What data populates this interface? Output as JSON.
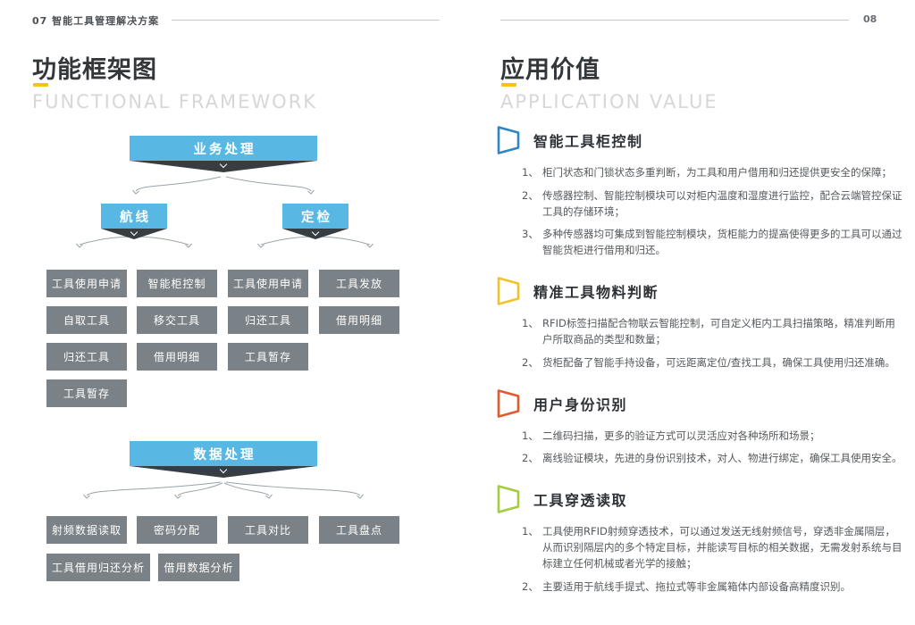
{
  "header": {
    "left_page_no": "07",
    "left_title": "智能工具管理解决方案",
    "right_page_no": "08"
  },
  "left_page": {
    "title": "功能框架图",
    "subtitle": "FUNCTIONAL FRAMEWORK",
    "flow1": {
      "root": "业务处理",
      "branch_left": "航线",
      "branch_right": "定检",
      "boxes": {
        "r1c1": "工具使用申请",
        "r1c2": "智能柜控制",
        "r1c3": "工具使用申请",
        "r1c4": "工具发放",
        "r2c1": "自取工具",
        "r2c2": "移交工具",
        "r2c3": "归还工具",
        "r2c4": "借用明细",
        "r3c1": "归还工具",
        "r3c2": "借用明细",
        "r3c3": "工具暂存",
        "r4c1": "工具暂存"
      }
    },
    "flow2": {
      "root": "数据处理",
      "boxes": {
        "r1c1": "射频数据读取",
        "r1c2": "密码分配",
        "r1c3": "工具对比",
        "r1c4": "工具盘点",
        "r2c1": "工具借用归还分析",
        "r2c2": "借用数据分析"
      }
    }
  },
  "right_page": {
    "title": "应用价值",
    "subtitle": "APPLICATION VALUE",
    "sections": [
      {
        "heading": "智能工具柜控制",
        "color": "#2f86c5",
        "items": [
          {
            "n": "1、",
            "t": "柜门状态和门锁状态多重判断，为工具和用户借用和归还提供更安全的保障；"
          },
          {
            "n": "2、",
            "t": "传感器控制、智能控制模块可以对柜内温度和湿度进行监控，配合云端管控保证工具的存储环境；"
          },
          {
            "n": "3、",
            "t": "多种传感器均可集成到智能控制模块，货柜能力的提高使得更多的工具可以通过智能货柜进行借用和归还。"
          }
        ]
      },
      {
        "heading": "精准工具物料判断",
        "color": "#eec42d",
        "items": [
          {
            "n": "1、",
            "t": "RFID标签扫描配合物联云智能控制，可自定义柜内工具扫描策略，精准判断用户所取商品的类型和数量；"
          },
          {
            "n": "2、",
            "t": "货柜配备了智能手持设备，可远距离定位/查找工具，确保工具使用归还准确。"
          }
        ]
      },
      {
        "heading": "用户身份识别",
        "color": "#e05a2d",
        "items": [
          {
            "n": "1、",
            "t": "二维码扫描，更多的验证方式可以灵活应对各种场所和场景；"
          },
          {
            "n": "2、",
            "t": "离线验证模块，先进的身份识别技术，对人、物进行绑定，确保工具使用安全。"
          }
        ]
      },
      {
        "heading": "工具穿透读取",
        "color": "#a3cc3e",
        "items": [
          {
            "n": "1、",
            "t": "工具使用RFID射频穿透技术，可以通过发送无线射频信号，穿透非金属隔层，从而识别隔层内的多个特定目标，并能读写目标的相关数据，无需发射系统与目标建立任何机械或者光学的接触；"
          },
          {
            "n": "2、",
            "t": "主要适用于航线手提式、拖拉式等非金属箱体内部设备高精度识别。"
          }
        ]
      }
    ]
  },
  "colors": {
    "accent_yellow": "#f3c50e",
    "banner_blue": "#58b7e3",
    "ribbon_dark": "#383d42",
    "box_gray": "#7b8287"
  }
}
